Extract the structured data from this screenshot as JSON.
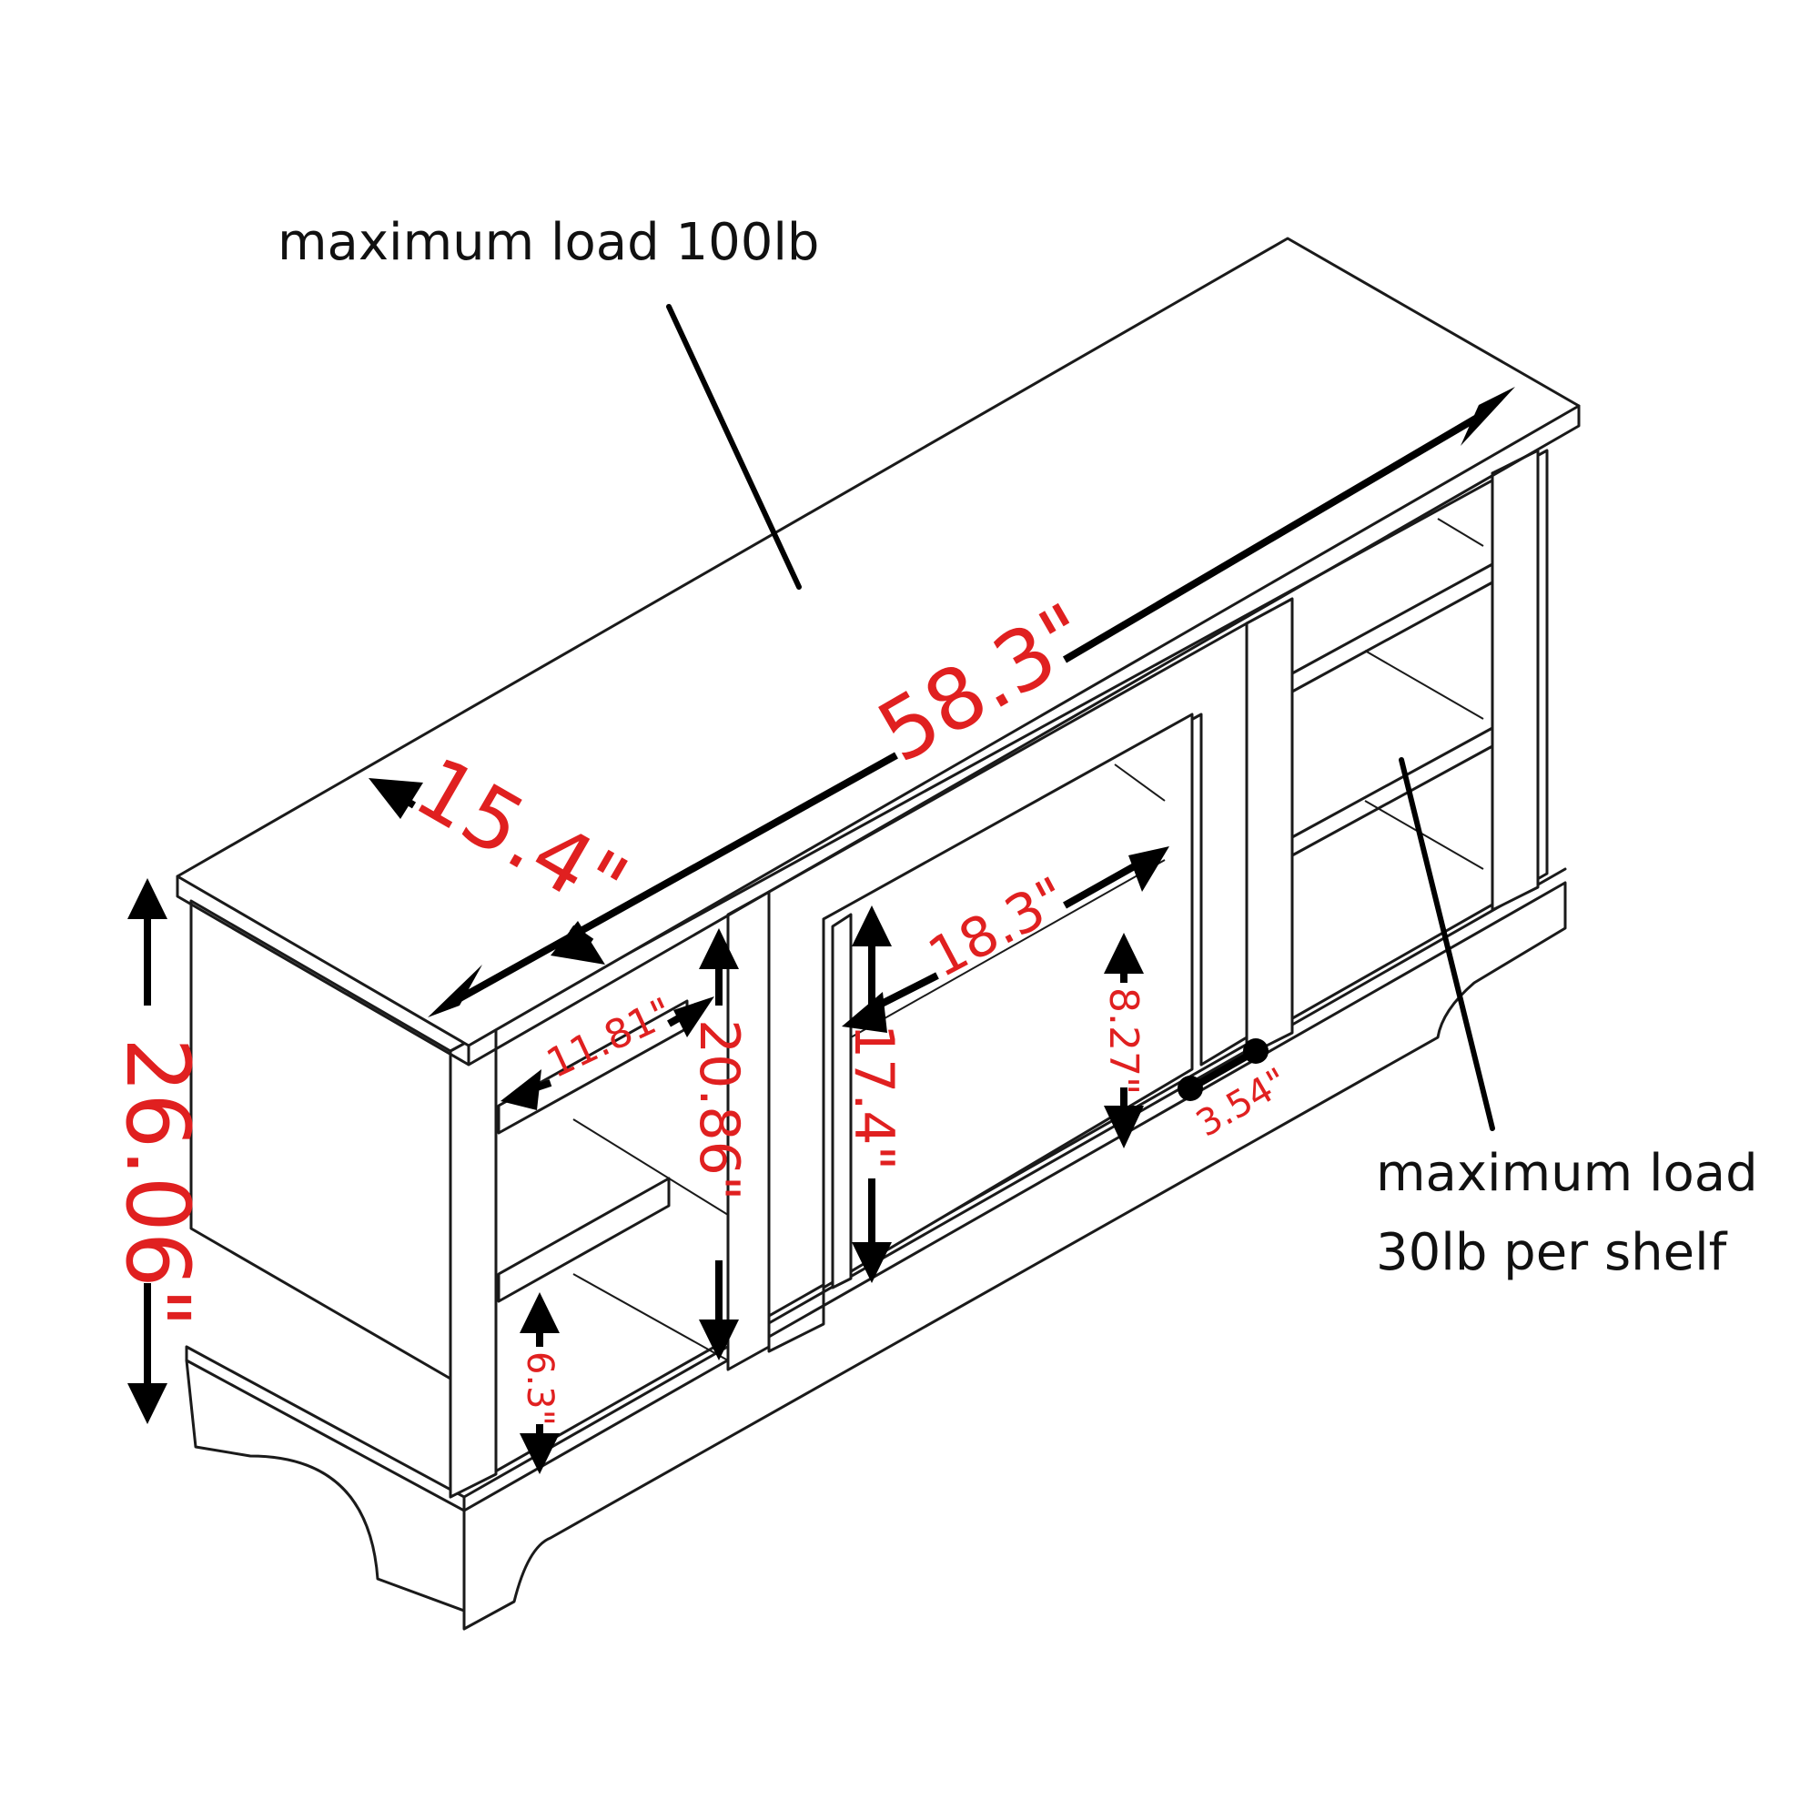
{
  "colors": {
    "dimension_text": "#e02020",
    "lines": "#1a1a1a",
    "background": "#ffffff"
  },
  "notes": {
    "top_load": "maximum load 100lb",
    "shelf_load_line1": "maximum load",
    "shelf_load_line2": "30lb per shelf"
  },
  "dimensions": {
    "width": "58.3\"",
    "depth": "15.4\"",
    "height": "26.06\"",
    "shelf_depth": "11.81\"",
    "cabinet_height": "20.86\"",
    "fireplace_width": "18.3\"",
    "fireplace_height": "17.4\"",
    "opening_height": "8.27\"",
    "leg_gap": "3.54\"",
    "bottom_clearance": "6.3\""
  }
}
